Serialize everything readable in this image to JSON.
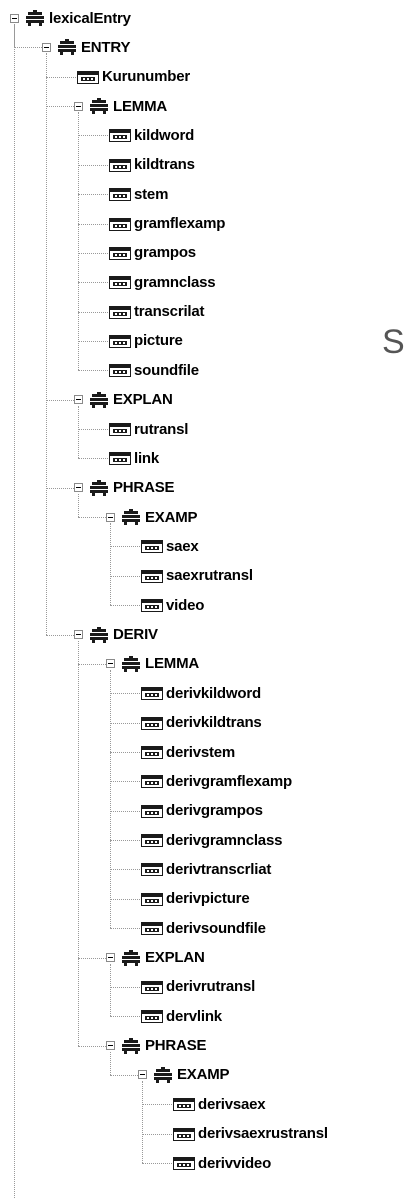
{
  "background_letter": "S",
  "icons": {
    "group": "group-element-icon",
    "leaf": "field-element-icon"
  },
  "tree": [
    {
      "label": "lexicalEntry",
      "level": 0,
      "type": "group"
    },
    {
      "label": "ENTRY",
      "level": 1,
      "type": "group"
    },
    {
      "label": "Kurunumber",
      "level": 2,
      "type": "leaf"
    },
    {
      "label": "LEMMA",
      "level": 2,
      "type": "group"
    },
    {
      "label": "kildword",
      "level": 3,
      "type": "leaf"
    },
    {
      "label": "kildtrans",
      "level": 3,
      "type": "leaf"
    },
    {
      "label": "stem",
      "level": 3,
      "type": "leaf"
    },
    {
      "label": "gramflexamp",
      "level": 3,
      "type": "leaf"
    },
    {
      "label": "grampos",
      "level": 3,
      "type": "leaf"
    },
    {
      "label": "gramnclass",
      "level": 3,
      "type": "leaf"
    },
    {
      "label": "transcrilat",
      "level": 3,
      "type": "leaf"
    },
    {
      "label": "picture",
      "level": 3,
      "type": "leaf"
    },
    {
      "label": "soundfile",
      "level": 3,
      "type": "leaf"
    },
    {
      "label": "EXPLAN",
      "level": 2,
      "type": "group"
    },
    {
      "label": "rutransl",
      "level": 3,
      "type": "leaf"
    },
    {
      "label": "link",
      "level": 3,
      "type": "leaf"
    },
    {
      "label": "PHRASE",
      "level": 2,
      "type": "group"
    },
    {
      "label": "EXAMP",
      "level": 3,
      "type": "group"
    },
    {
      "label": "saex",
      "level": 4,
      "type": "leaf"
    },
    {
      "label": "saexrutransl",
      "level": 4,
      "type": "leaf"
    },
    {
      "label": "video",
      "level": 4,
      "type": "leaf"
    },
    {
      "label": "DERIV",
      "level": 2,
      "type": "group"
    },
    {
      "label": "LEMMA",
      "level": 3,
      "type": "group"
    },
    {
      "label": "derivkildword",
      "level": 4,
      "type": "leaf"
    },
    {
      "label": "derivkildtrans",
      "level": 4,
      "type": "leaf"
    },
    {
      "label": "derivstem",
      "level": 4,
      "type": "leaf"
    },
    {
      "label": "derivgramflexamp",
      "level": 4,
      "type": "leaf"
    },
    {
      "label": "derivgrampos",
      "level": 4,
      "type": "leaf"
    },
    {
      "label": "derivgramnclass",
      "level": 4,
      "type": "leaf"
    },
    {
      "label": "derivtranscrliat",
      "level": 4,
      "type": "leaf"
    },
    {
      "label": "derivpicture",
      "level": 4,
      "type": "leaf"
    },
    {
      "label": "derivsoundfile",
      "level": 4,
      "type": "leaf"
    },
    {
      "label": "EXPLAN",
      "level": 3,
      "type": "group"
    },
    {
      "label": "derivrutransl",
      "level": 4,
      "type": "leaf"
    },
    {
      "label": "dervlink",
      "level": 4,
      "type": "leaf"
    },
    {
      "label": "PHRASE",
      "level": 3,
      "type": "group"
    },
    {
      "label": "EXAMP",
      "level": 4,
      "type": "group"
    },
    {
      "label": "derivsaex",
      "level": 5,
      "type": "leaf"
    },
    {
      "label": "derivsaexrustransl",
      "level": 5,
      "type": "leaf"
    },
    {
      "label": "derivvideo",
      "level": 5,
      "type": "leaf"
    }
  ]
}
